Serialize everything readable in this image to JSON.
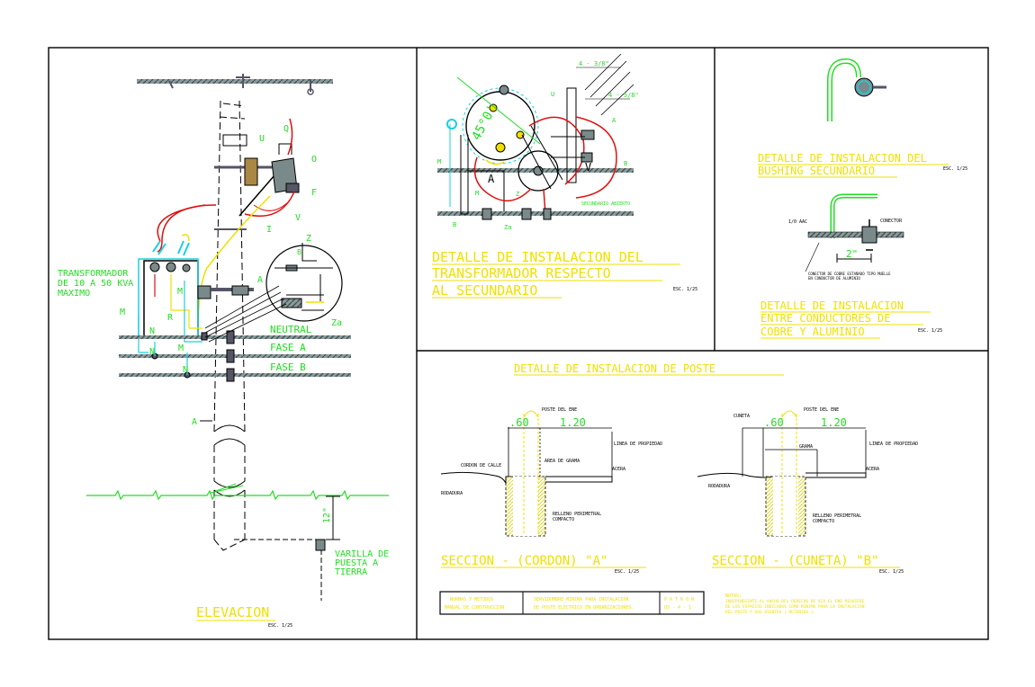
{
  "colors": {
    "background": "#ffffff",
    "frame": "#000000",
    "title_yellow": "#f0e000",
    "label_green": "#22dd22",
    "wire_red": "#e01010",
    "wire_cyan": "#18d0e0",
    "conductor_gray": "#7a8a8a"
  },
  "elevation": {
    "labels": {
      "q": "Q",
      "u": "U",
      "o": "O",
      "f": "F",
      "v": "V",
      "i": "I",
      "z": "Z",
      "za": "Za",
      "a": "A",
      "a2": "A",
      "m1": "M",
      "m2": "M",
      "m3": "M",
      "r": "R",
      "n1": "N",
      "n2": "N",
      "n3": "N",
      "b": "B"
    },
    "transformer_lines": [
      "TRANSFORMADOR",
      "DE 10 A 50  KVA",
      "MAXIMO"
    ],
    "neutral": "NEUTRAL",
    "fase_a": "FASE   A",
    "fase_b": "FASE   B",
    "depth": "12\"",
    "ground_lines": [
      "VARILLA DE",
      "PUESTA A",
      "TIERRA"
    ],
    "title": "ELEVACION",
    "scale": "ESC. 1/25"
  },
  "transformer_detail": {
    "angle": "45°0'",
    "labels": {
      "u": "U",
      "a": "A",
      "m": "M",
      "v": "V",
      "z": "Z",
      "b": "B",
      "m2": "M",
      "za": "Za",
      "ar": "A",
      "b2": "B"
    },
    "dim1": "4 - 3/8\"",
    "dim2": "4 - 5/8\"",
    "note": "SECUNDARIO ABIERTO",
    "title_lines": [
      "DETALLE DE INSTALACION DEL",
      "TRANSFORMADOR RESPECTO",
      "AL SECUNDARIO"
    ],
    "scale": "ESC. 1/25"
  },
  "bushing_detail": {
    "title_lines": [
      "DETALLE DE INSTALACION DEL",
      "BUSHING SECUNDARIO"
    ],
    "scale": "ESC. 1/25"
  },
  "conductor_detail": {
    "label_left": "1/0 AAC",
    "label_right": "CONECTOR",
    "dim": "2\"",
    "note_lines": [
      "CONECTOR DE COBRE ESTAÑADO TIPO MUELLE",
      "EN CONDUCTOR DE ALUMINIO"
    ],
    "title_lines": [
      "DETALLE DE INSTALACION",
      "ENTRE CONDUCTORES DE",
      "COBRE Y ALUMINIO"
    ],
    "scale": "ESC. 1/25"
  },
  "pole_detail": {
    "title": "DETALLE DE INSTALACION DE POSTE",
    "section_a": {
      "d1": ".60",
      "d2": "1.20",
      "poste": "POSTE DEL ENE",
      "linea": "LINEA DE PROPIEDAD",
      "cordon": "CORDON DE CALLE",
      "area": "AREA DE GRAMA",
      "acera": "ACERA",
      "rodadura": "RODADURA",
      "relleno": [
        "RELLENO PERIMETRAL",
        "COMPACTO"
      ],
      "title": "SECCION  -  (CORDON)  \"A\"",
      "scale": "ESC. 1/25"
    },
    "section_b": {
      "cuneta": "CUNETA",
      "d1": ".60",
      "d2": "1.20",
      "poste": "POSTE DEL ENE",
      "linea": "LINEA DE PROPIEDAD",
      "grama": "GRAMA",
      "acera": "ACERA",
      "rodadura": "RODADURA",
      "relleno": [
        "RELLENO PERIMETRAL",
        "COMPACTO"
      ],
      "title": "SECCION  -  (CUNETA)  \"B\"",
      "scale": "ESC. 1/25"
    },
    "titleblock": {
      "c1": [
        "NORMAS Y METODOS",
        "MANUAL DE CONSTRUCCION"
      ],
      "c2": [
        "SERVIDUMBRE MINIMA PARA INSTALACION",
        "DE POSTE ELECTRICO EN URBANIZACIONES."
      ],
      "c3": [
        "P A T R O N",
        "US - 4 - 1"
      ]
    },
    "notes_title": "NOTAS:",
    "notes_lines": [
      "INDEPENDIENTE AL ANCHO DEL DERECHO DE VIA EL ENE REQUIERE",
      "DE LOS ESPACIOS INDICADOS COMO MINIMO PARA LA INSTALACION",
      "DEL POSTE Y SUS VIENTOS ( RETENIDA )."
    ]
  }
}
